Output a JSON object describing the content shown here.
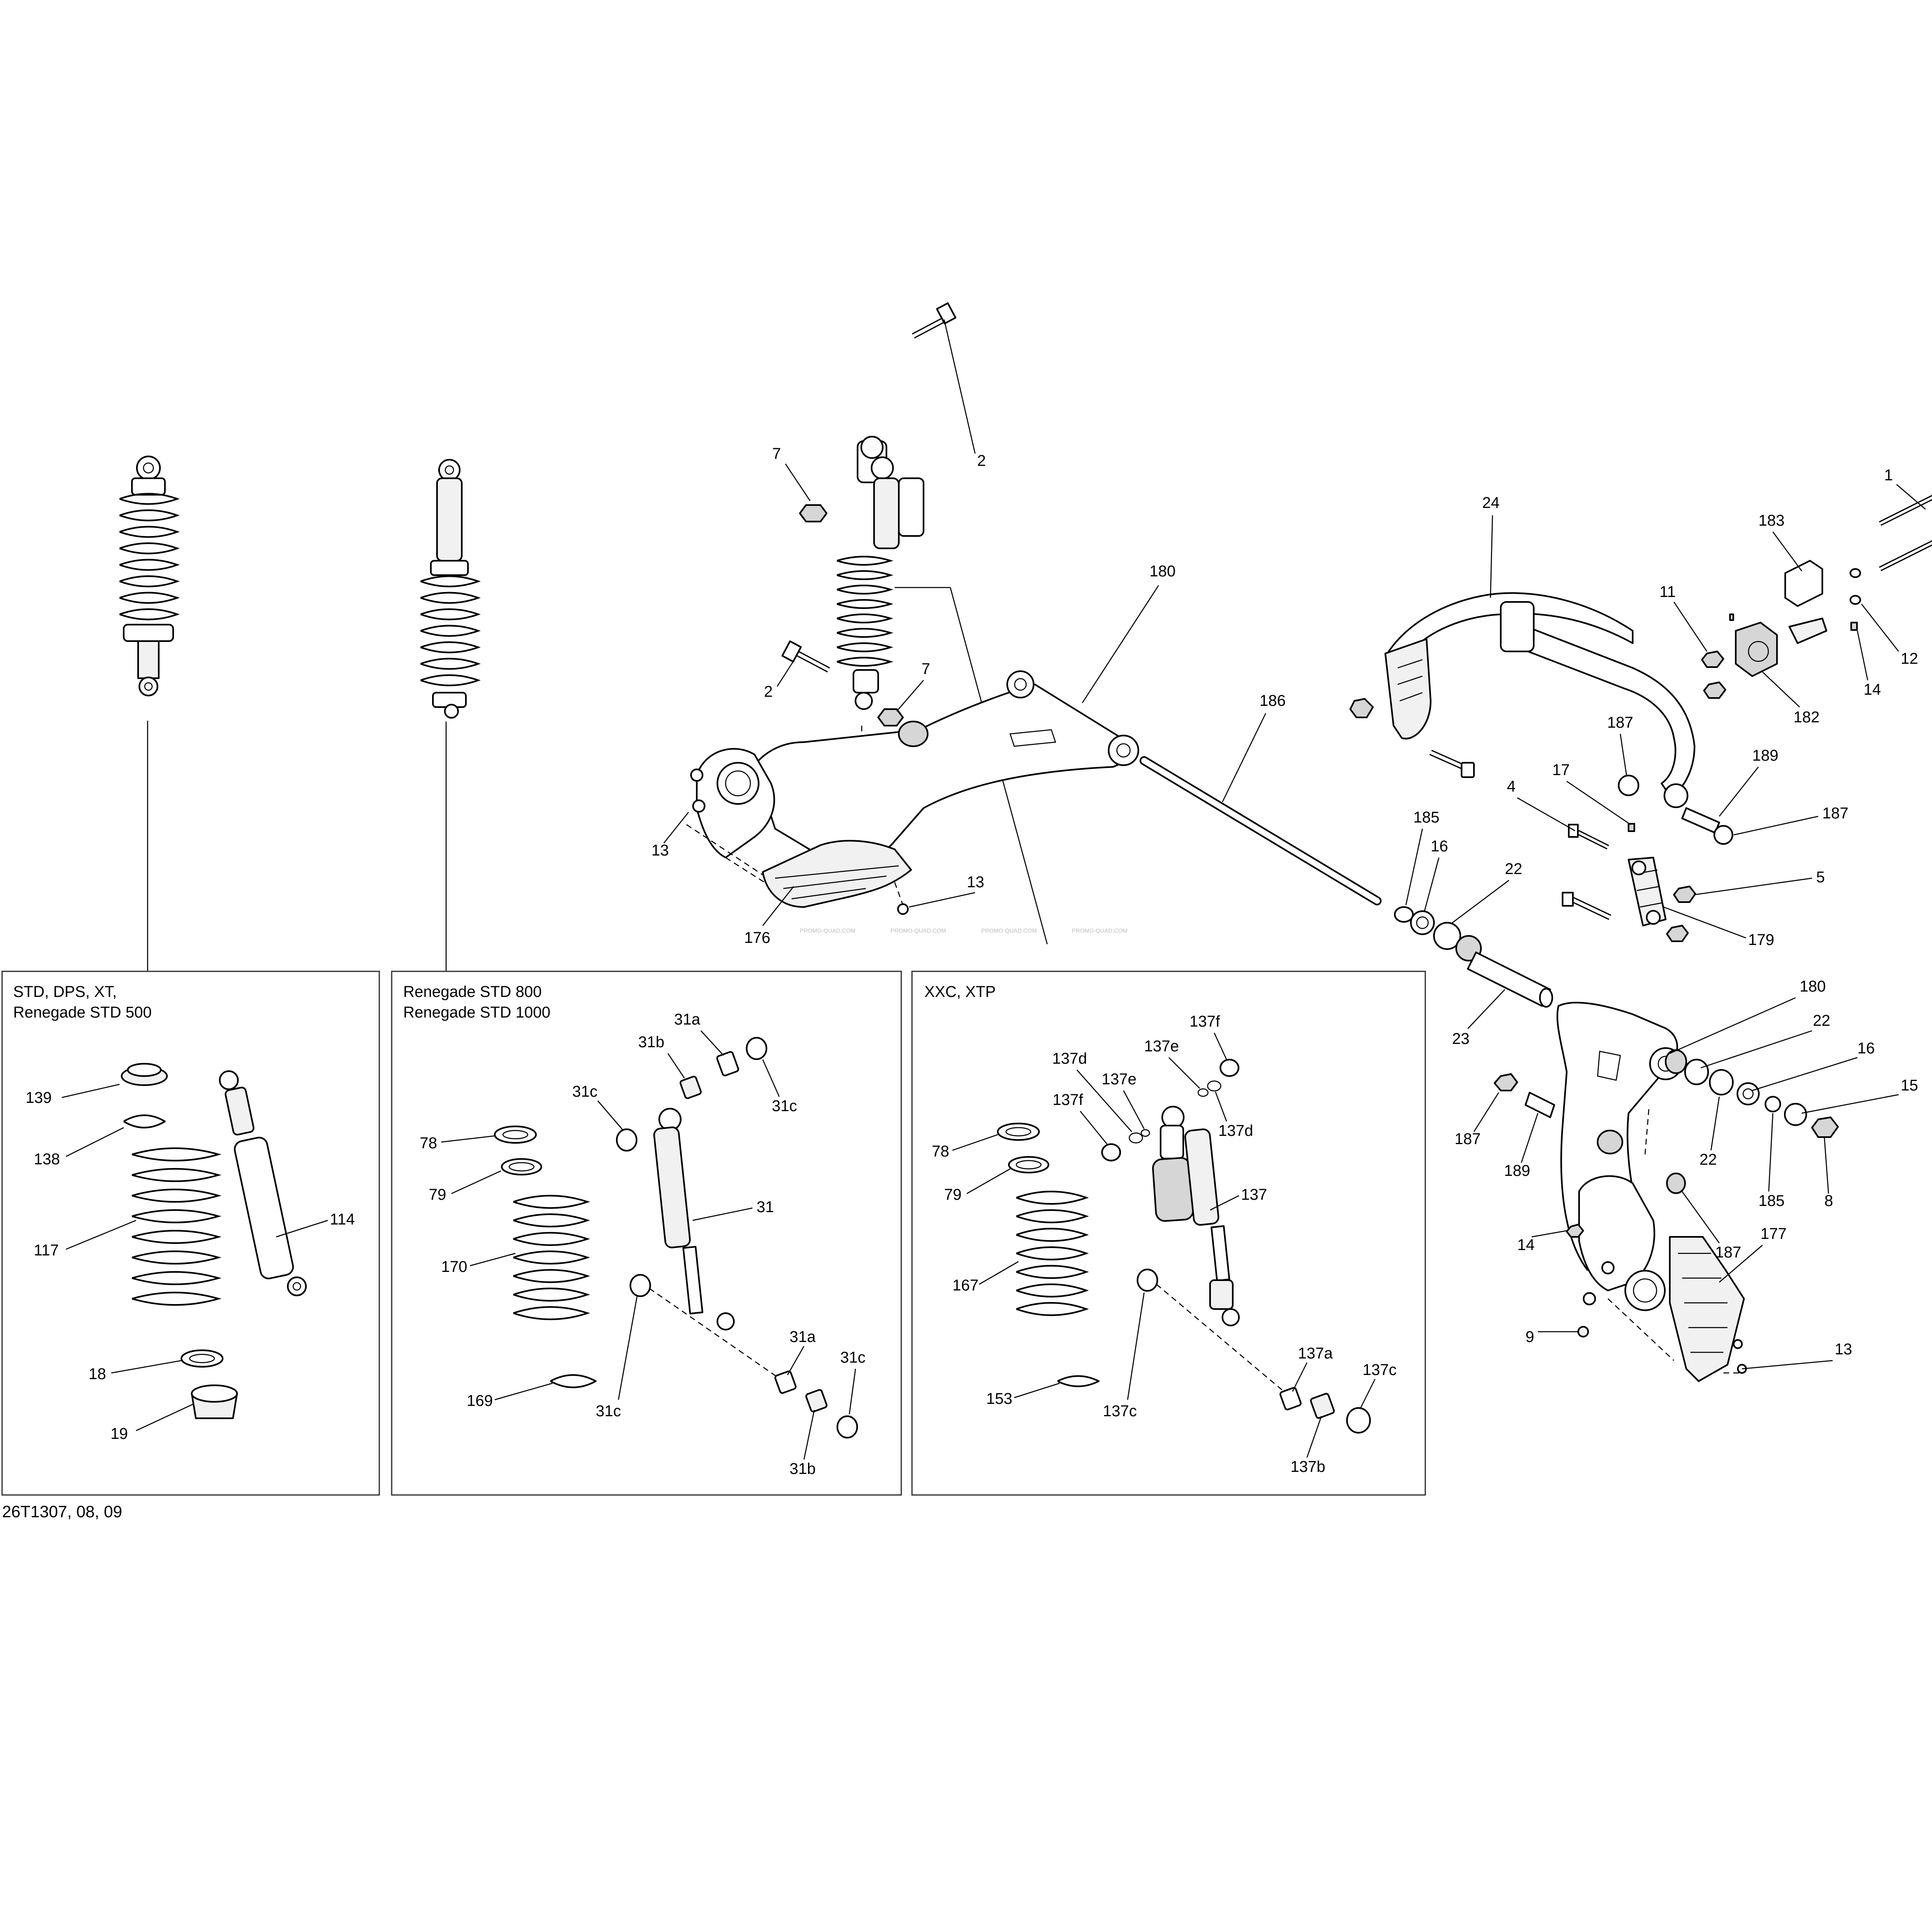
{
  "diagram": {
    "footer_code": "26T1307, 08, 09",
    "watermark": "PROMO-QUAD.COM",
    "boxes": [
      {
        "heading": [
          "STD, DPS, XT,",
          "Renegade STD 500"
        ]
      },
      {
        "heading": [
          "Renegade STD 800",
          "Renegade STD 1000"
        ]
      },
      {
        "heading": [
          "XXC, XTP"
        ]
      }
    ],
    "callouts": {
      "c1": "1",
      "c2a": "2",
      "c2b": "2",
      "c4": "4",
      "c5": "5",
      "c7a": "7",
      "c7b": "7",
      "c8": "8",
      "c9": "9",
      "c11": "11",
      "c12": "12",
      "c13a": "13",
      "c13b": "13",
      "c13c": "13",
      "c14a": "14",
      "c14b": "14",
      "c15": "15",
      "c16a": "16",
      "c16b": "16",
      "c17": "17",
      "c18": "18",
      "c19": "19",
      "c22a": "22",
      "c22b": "22",
      "c22c": "22",
      "c23": "23",
      "c24": "24",
      "c31": "31",
      "c31a1": "31a",
      "c31a2": "31a",
      "c31b1": "31b",
      "c31b2": "31b",
      "c31c1": "31c",
      "c31c2": "31c",
      "c31c3": "31c",
      "c31c4": "31c",
      "c78a": "78",
      "c78b": "78",
      "c79a": "79",
      "c79b": "79",
      "c114": "114",
      "c117": "117",
      "c137": "137",
      "c137a": "137a",
      "c137b": "137b",
      "c137c1": "137c",
      "c137c2": "137c",
      "c137d1": "137d",
      "c137d2": "137d",
      "c137e1": "137e",
      "c137e2": "137e",
      "c137f1": "137f",
      "c137f2": "137f",
      "c138": "138",
      "c139": "139",
      "c153": "153",
      "c167": "167",
      "c169": "169",
      "c170": "170",
      "c176": "176",
      "c177": "177",
      "c179": "179",
      "c180a": "180",
      "c180b": "180",
      "c182": "182",
      "c183": "183",
      "c185a": "185",
      "c185b": "185",
      "c186": "186",
      "c187a": "187",
      "c187b": "187",
      "c187c": "187",
      "c187d": "187",
      "c189a": "189",
      "c189b": "189"
    }
  }
}
